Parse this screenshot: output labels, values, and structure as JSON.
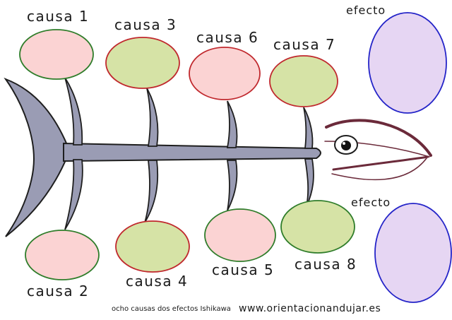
{
  "diagram": {
    "causes": [
      {
        "id": "c1",
        "label": "causa 1",
        "fill": "#fbd3d3",
        "stroke": "#2f7d2a"
      },
      {
        "id": "c2",
        "label": "causa 2",
        "fill": "#fbd3d3",
        "stroke": "#2f7d2a"
      },
      {
        "id": "c3",
        "label": "causa 3",
        "fill": "#d6e3a6",
        "stroke": "#c0282d"
      },
      {
        "id": "c4",
        "label": "causa 4",
        "fill": "#d6e3a6",
        "stroke": "#c0282d"
      },
      {
        "id": "c5",
        "label": "causa 5",
        "fill": "#fbd3d3",
        "stroke": "#2f7d2a"
      },
      {
        "id": "c6",
        "label": "causa 6",
        "fill": "#fbd3d3",
        "stroke": "#c0282d"
      },
      {
        "id": "c7",
        "label": "causa 7",
        "fill": "#d6e3a6",
        "stroke": "#c0282d"
      },
      {
        "id": "c8",
        "label": "causa 8",
        "fill": "#d6e3a6",
        "stroke": "#2f7d2a"
      }
    ],
    "effects": [
      {
        "id": "e1",
        "label": "efecto",
        "fill": "#e6d6f3",
        "stroke": "#2424c8"
      },
      {
        "id": "e2",
        "label": "efecto",
        "fill": "#e6d6f3",
        "stroke": "#2424c8"
      }
    ],
    "colors": {
      "fish_body": "#9a9cb4",
      "fish_outline": "#1e1e1e",
      "head_lines": "#6b2a3a"
    }
  },
  "footer": {
    "caption": "ocho causas dos efectos Ishikawa",
    "url": "www.orientacionandujar.es"
  }
}
